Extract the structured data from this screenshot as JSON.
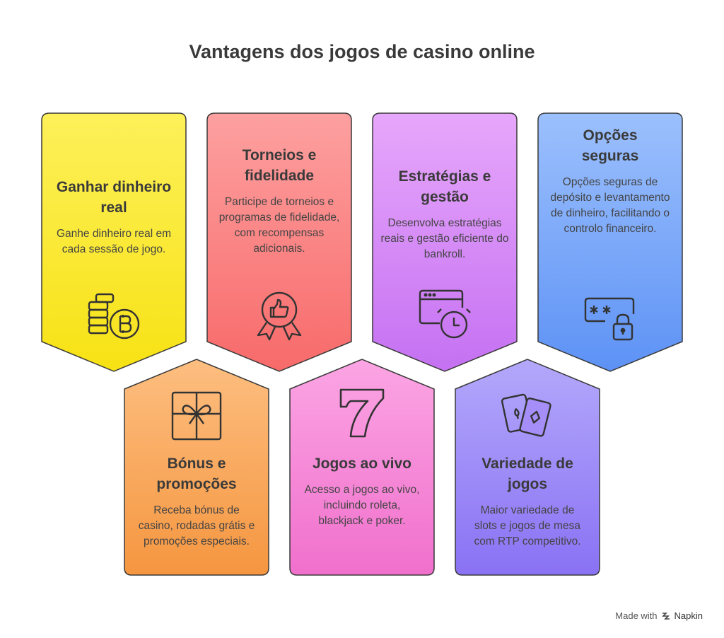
{
  "title": "Vantagens dos jogos de casino online",
  "footer": {
    "prefix": "Made with",
    "brand": "Napkin",
    "logo_icon": "napkin-logo-icon"
  },
  "cards": [
    {
      "title": "Ganhar dinheiro real",
      "desc": "Ganhe dinheiro real em cada sessão de jogo.",
      "icon": "bitcoin-coins-icon",
      "color_top": "#fdf05a",
      "color_bottom": "#f7e214"
    },
    {
      "title": "Torneios e fidelidade",
      "desc": "Participe de torneios e programas de fidelidade, com recompensas adicionais.",
      "icon": "thumbs-up-award-icon",
      "color_top": "#fda0a0",
      "color_bottom": "#f86a6a"
    },
    {
      "title": "Estratégias e gestão",
      "desc": "Desenvolva estratégias reais e gestão eficiente do bankroll.",
      "icon": "browser-clock-icon",
      "color_top": "#e7a7fb",
      "color_bottom": "#c571f2"
    },
    {
      "title": "Opções seguras",
      "desc": "Opções seguras de depósito e levantamento de dinheiro, facilitando o controlo financeiro.",
      "icon": "password-lock-icon",
      "color_top": "#9cc0fd",
      "color_bottom": "#5d92f5"
    },
    {
      "title": "Bónus e promoções",
      "desc": "Receba bónus de casino, rodadas grátis e promoções especiais.",
      "icon": "gift-box-icon",
      "color_top": "#fdbe80",
      "color_bottom": "#f59640"
    },
    {
      "title": "Jogos ao vivo",
      "desc": "Acesso a jogos ao vivo, incluindo roleta, blackjack e poker.",
      "icon": "lucky-seven-icon",
      "color_top": "#fca5e4",
      "color_bottom": "#f070cc"
    },
    {
      "title": "Variedade de jogos",
      "desc": "Maior variedade de slots e jogos de mesa com RTP competitivo.",
      "icon": "playing-cards-icon",
      "color_top": "#b3a8fb",
      "color_bottom": "#8a72f4"
    }
  ]
}
